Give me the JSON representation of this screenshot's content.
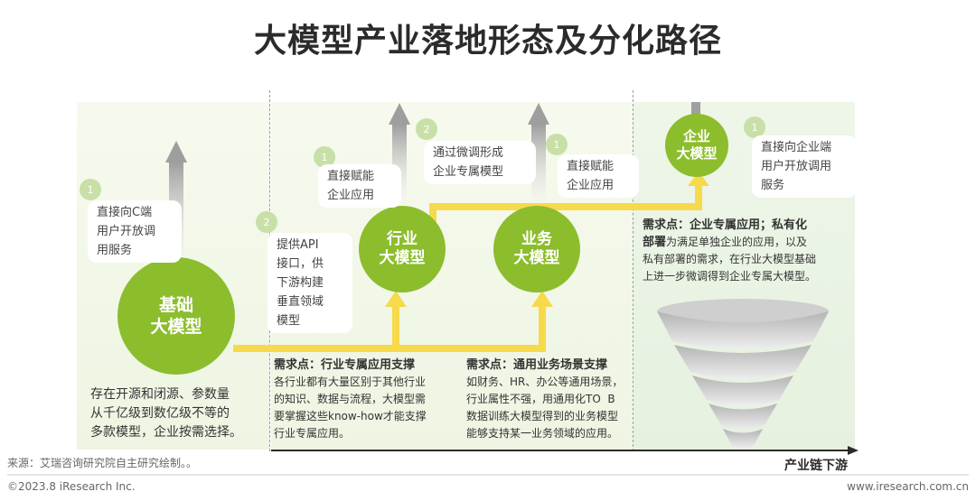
{
  "title": "大模型产业落地形态及分化路径",
  "nodes": {
    "base": "基础\n大模型",
    "industry": "行业\n大模型",
    "business": "业务\n大模型",
    "enterprise": "企业\n大模型"
  },
  "badges": {
    "b1": "1",
    "b2": "2",
    "b3": "1",
    "b4": "2",
    "b5": "1",
    "b6": "1"
  },
  "bubbles": {
    "base_c": "直接向C端\n用户开放调\n用服务",
    "api": "提供API\n接口，供\n下游构建\n垂直领域\n模型",
    "direct_ent_1": "直接赋能\n企业应用",
    "finetune": "通过微调形成\n企业专属模型",
    "direct_ent_2": "直接赋能\n企业应用",
    "ent_user": "直接向企业端\n用户开放调用\n服务"
  },
  "descs": {
    "base": "存在开源和闭源、参数量\n从千亿级到数亿级不等的\n多款模型，企业按需选择。",
    "industry_head": "需求点：行业专属应用支撑",
    "industry_body": "各行业都有大量区别于其他行业\n的知识、数据与流程，大模型需\n要掌握这些know-how才能支撑\n行业专属应用。",
    "business_head": "需求点：通用业务场景支撑",
    "business_body": "如财务、HR、办公等通用场景，\n行业属性不强，用通用化TO  B\n数据训练大模型得到的业务模型\n能够支持某一业务领域的应用。",
    "enterprise_head": "需求点：企业专属应用；私有化\n部署",
    "enterprise_body": "为满足单独企业的应用，以及\n私有部署的需求，在行业大模型基础\n上进一步微调得到企业专属大模型。"
  },
  "axis_label": "产业链下游",
  "source": "来源：艾瑞咨询研究院自主研究绘制。。",
  "footer_left": "©2023.8 iResearch Inc.",
  "footer_right": "www.iresearch.com.cn",
  "colors": {
    "green": "#8cbd2d",
    "yellow": "#f7d94c",
    "bg": "#f1f7e6"
  }
}
